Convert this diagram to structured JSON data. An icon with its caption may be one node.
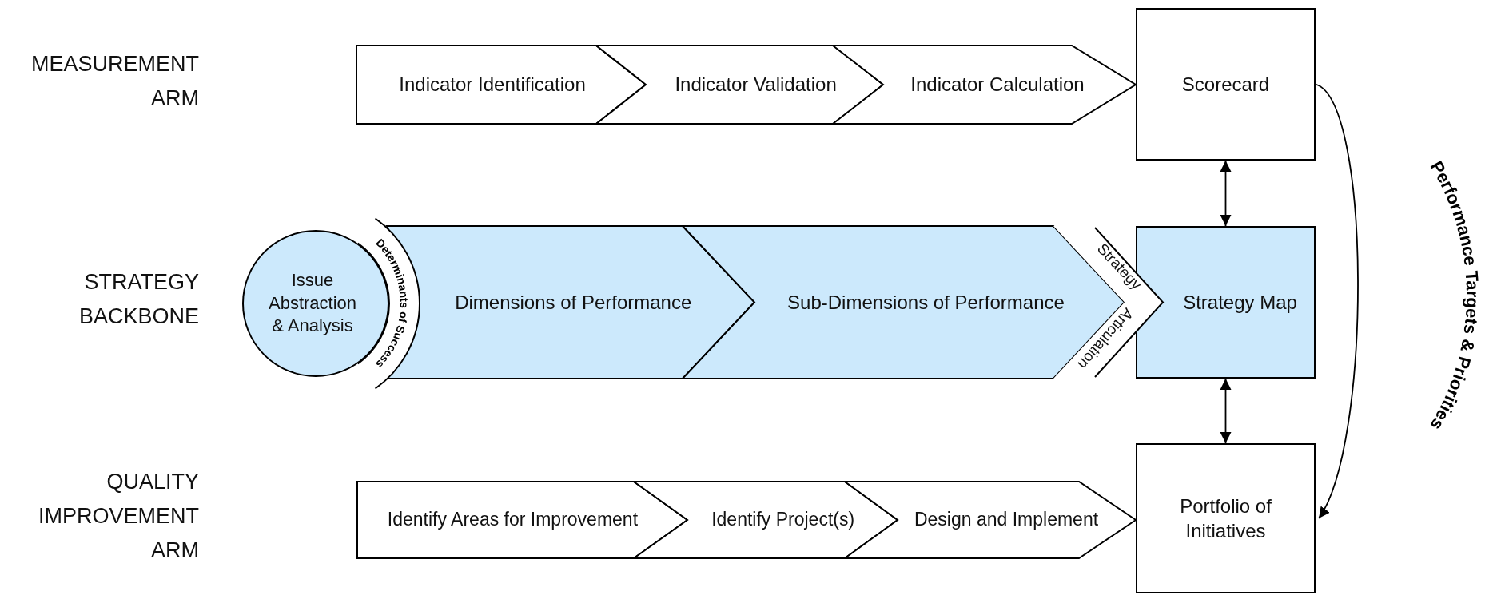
{
  "diagram": {
    "nodes": [
      {
        "text": [
          "Indicator Identification"
        ]
      },
      {
        "text": [
          "Indicator Validation"
        ]
      },
      {
        "text": [
          "Indicator Calculation"
        ]
      },
      {
        "text": [
          "Scorecard"
        ]
      },
      {
        "text": [
          "Issue Abstraction & Analysis"
        ]
      },
      {
        "text": [
          "Determinants of Success"
        ]
      },
      {
        "text": [
          "Dimensions of Performance"
        ]
      },
      {
        "text": [
          "Sub-Dimensions of Performance"
        ]
      },
      {
        "text": [
          "Strategy",
          "Articulation"
        ]
      },
      {
        "text": [
          "Strategy Map"
        ]
      },
      {
        "text": [
          "Identify Areas for Improvement"
        ]
      },
      {
        "text": [
          "Identify Project(s)"
        ]
      },
      {
        "text": [
          "Design and Implement"
        ]
      },
      {
        "text": [
          "Portfolio of Initiatives"
        ]
      }
    ],
    "edges": [
      {
        "from": 3,
        "to": 9,
        "arrow": "both"
      },
      {
        "from": 9,
        "to": 13,
        "arrow": "both"
      },
      {
        "from": 3,
        "to": 13,
        "arrow": "to",
        "label": "Performance Targets & Priorities"
      }
    ],
    "labels": [
      "MEASUREMENT ARM",
      "STRATEGY BACKBONE",
      "QUALITY IMPROVEMENT ARM"
    ]
  }
}
